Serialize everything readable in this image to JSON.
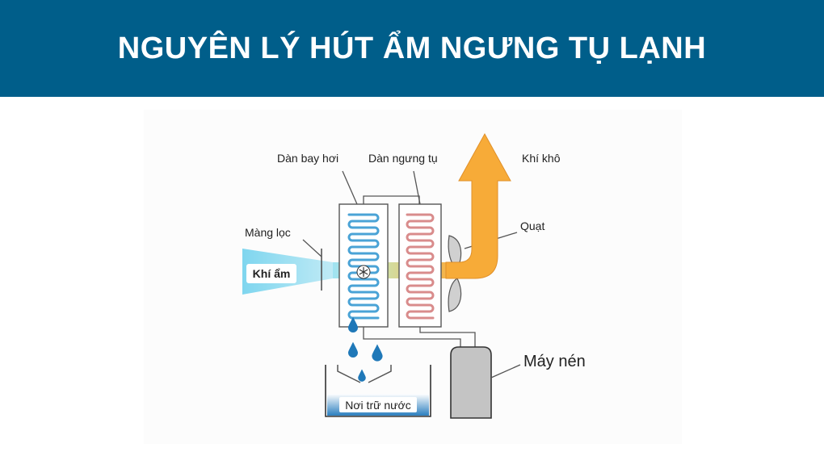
{
  "header": {
    "title": "NGUYÊN LÝ HÚT ẨM NGƯNG TỤ LẠNH"
  },
  "labels": {
    "evaporator": "Dàn bay hơi",
    "condenser": "Dàn ngưng tụ",
    "dry_air": "Khí khô",
    "filter": "Màng lọc",
    "fan": "Quạt",
    "humid_air": "Khí ẩm",
    "compressor": "Máy nén",
    "water_tank": "Nơi trữ nước"
  },
  "colors": {
    "header_bg": "#005e8a",
    "humid_air": "#7fd6ef",
    "dry_air": "#f7ab38",
    "evaporator_coil": "#4aa3d6",
    "condenser_coil": "#d98c8c",
    "water": "#1f78b8",
    "compressor": "#c4c4c4"
  },
  "icons": {
    "snowflake": "snowflake-icon",
    "drop": "water-drop-icon"
  }
}
